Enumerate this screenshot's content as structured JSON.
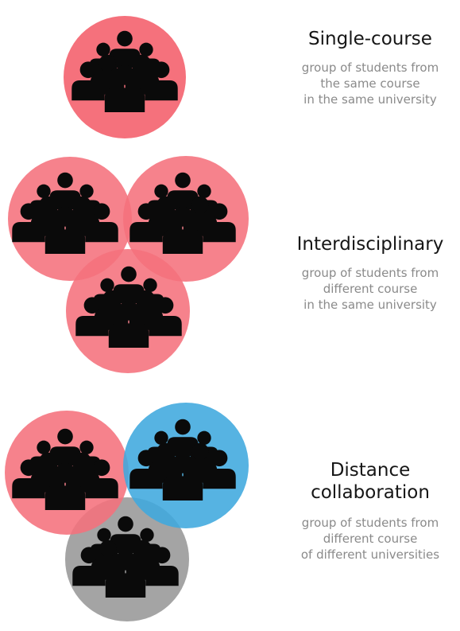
{
  "colors": {
    "local_university": "#f5717c",
    "other_university_a": "#3fa8de",
    "other_university_b": "#9a9a9a",
    "icon": "#0a0a0a"
  },
  "icons": {
    "group": "people-group-icon"
  },
  "sections": [
    {
      "id": "single",
      "title": "Single-course",
      "description_lines": [
        "group of students from",
        "the same course",
        "in the same university"
      ],
      "groups": [
        "local_university"
      ]
    },
    {
      "id": "inter",
      "title": "Interdisciplinary",
      "description_lines": [
        "group of students from",
        "different course",
        "in the same university"
      ],
      "groups": [
        "local_university",
        "local_university",
        "local_university"
      ]
    },
    {
      "id": "dist",
      "title_lines": [
        "Distance",
        "collaboration"
      ],
      "description_lines": [
        "group of students from",
        "different course",
        "of different universities"
      ],
      "groups": [
        "local_university",
        "other_university_a",
        "other_university_b"
      ]
    }
  ]
}
